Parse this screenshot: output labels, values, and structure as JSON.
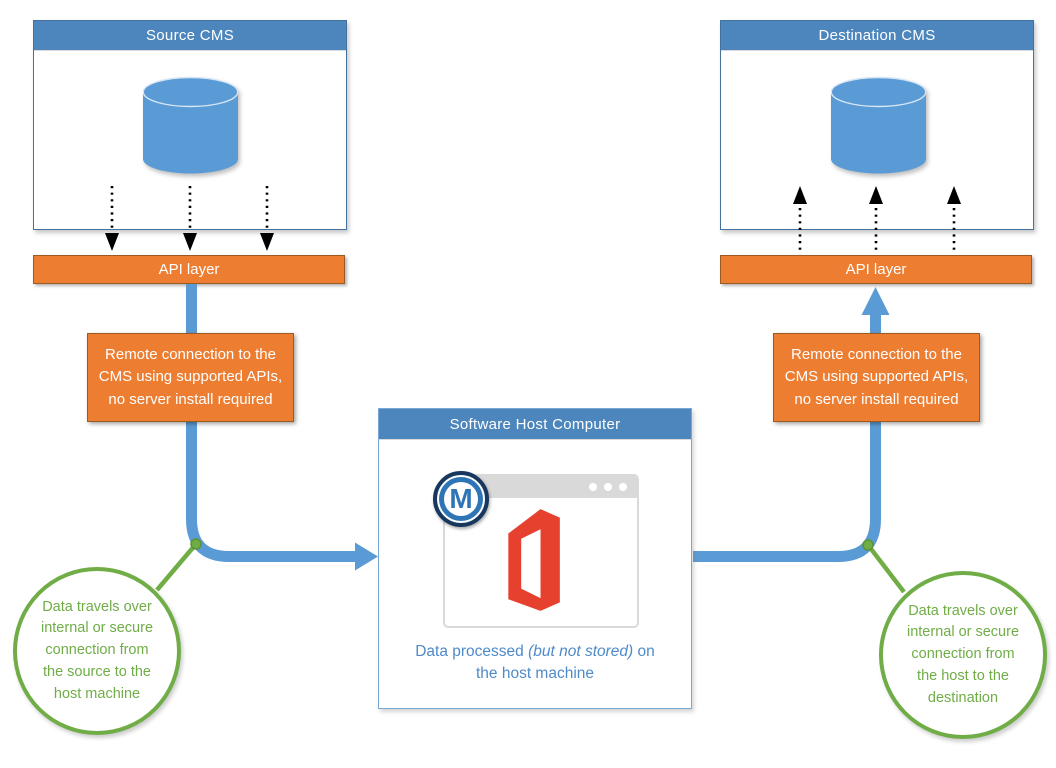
{
  "colors": {
    "header-blue": "#4C86BC",
    "box-border": "#44729E",
    "host-border": "#7BA7D7",
    "connector-blue": "#5B9BD5",
    "cylinder-blue": "#5B9BD5",
    "cylinder-rim": "#D6E6F5",
    "orange": "#ED7D31",
    "orange-border": "#9A5B21",
    "green": "#70AD47",
    "green-dark": "#5A9436",
    "caption-blue": "#4E8AC8",
    "office-red": "#E6402E",
    "badge-navy": "#17375E",
    "badge-blue": "#2E75B6",
    "window-grey": "#D9D9D9",
    "arrow-black": "#000000"
  },
  "source": {
    "title": "Source CMS"
  },
  "destination": {
    "title": "Destination CMS"
  },
  "api_left": {
    "label": "API layer"
  },
  "api_right": {
    "label": "API layer"
  },
  "note_left": {
    "lines": [
      "Remote connection to the",
      "CMS using supported APIs,",
      "no server install required"
    ]
  },
  "note_right": {
    "lines": [
      "Remote connection to the",
      "CMS using supported APIs,",
      "no server install required"
    ]
  },
  "host": {
    "title": "Software Host Computer",
    "logo_letter": "M",
    "caption_pre": "Data processed ",
    "caption_italic": "(but not stored)",
    "caption_post": " on",
    "caption_line2": "the host machine"
  },
  "callout_left": {
    "lines": [
      "Data travels over",
      "internal or secure",
      "connection from",
      "the source to the",
      "host machine"
    ]
  },
  "callout_right": {
    "lines": [
      "Data travels over",
      "internal or secure",
      "connection from",
      "the host to the",
      "destination"
    ]
  },
  "icons": {
    "database_cylinder": "blue-cylinder-shape",
    "dotted_arrow": "black-dotted-arrow",
    "connector_arrow": "thick-blue-elbow-arrow",
    "office_logo": "red-office-door-logo",
    "m_badge": "blue-circle-M-monogram",
    "window_dots": "three-white-dots"
  }
}
